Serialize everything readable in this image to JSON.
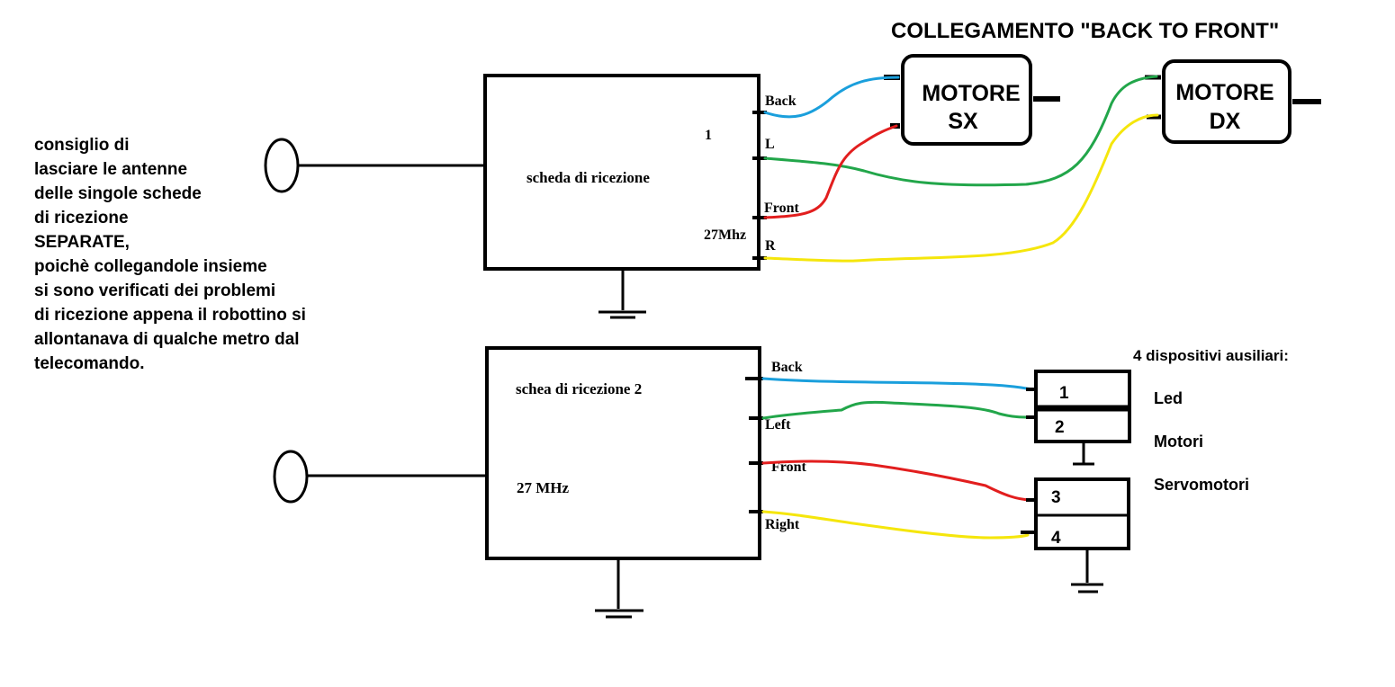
{
  "title": "COLLEGAMENTO \"BACK TO FRONT\"",
  "note_lines": [
    "consiglio di",
    "lasciare le antenne",
    "delle singole schede",
    "di ricezione",
    "SEPARATE,",
    "poichè collegandole insieme",
    "si sono verificati dei problemi",
    "di ricezione appena il robottino si",
    "allontanava di qualche metro dal",
    "telecomando."
  ],
  "board1": {
    "label": "scheda di ricezione",
    "number": "1",
    "frequency": "27Mhz",
    "pins": [
      "Back",
      "L",
      "Front",
      "R"
    ]
  },
  "board2": {
    "label": "schea di ricezione 2",
    "frequency": "27 MHz",
    "pins": [
      "Back",
      "Left",
      "Front",
      "Right"
    ]
  },
  "motor_left": {
    "line1": "MOTORE",
    "line2": "SX"
  },
  "motor_right": {
    "line1": "MOTORE",
    "line2": "DX"
  },
  "aux": {
    "heading": "4  dispositivi ausiliari:",
    "items": [
      "Led",
      "Motori",
      "Servomotori"
    ],
    "slots": [
      "1",
      "2",
      "3",
      "4"
    ]
  },
  "colors": {
    "blue": "#1a9fdc",
    "green": "#22a64a",
    "red": "#e21e1e",
    "yellow": "#f5e60c"
  }
}
